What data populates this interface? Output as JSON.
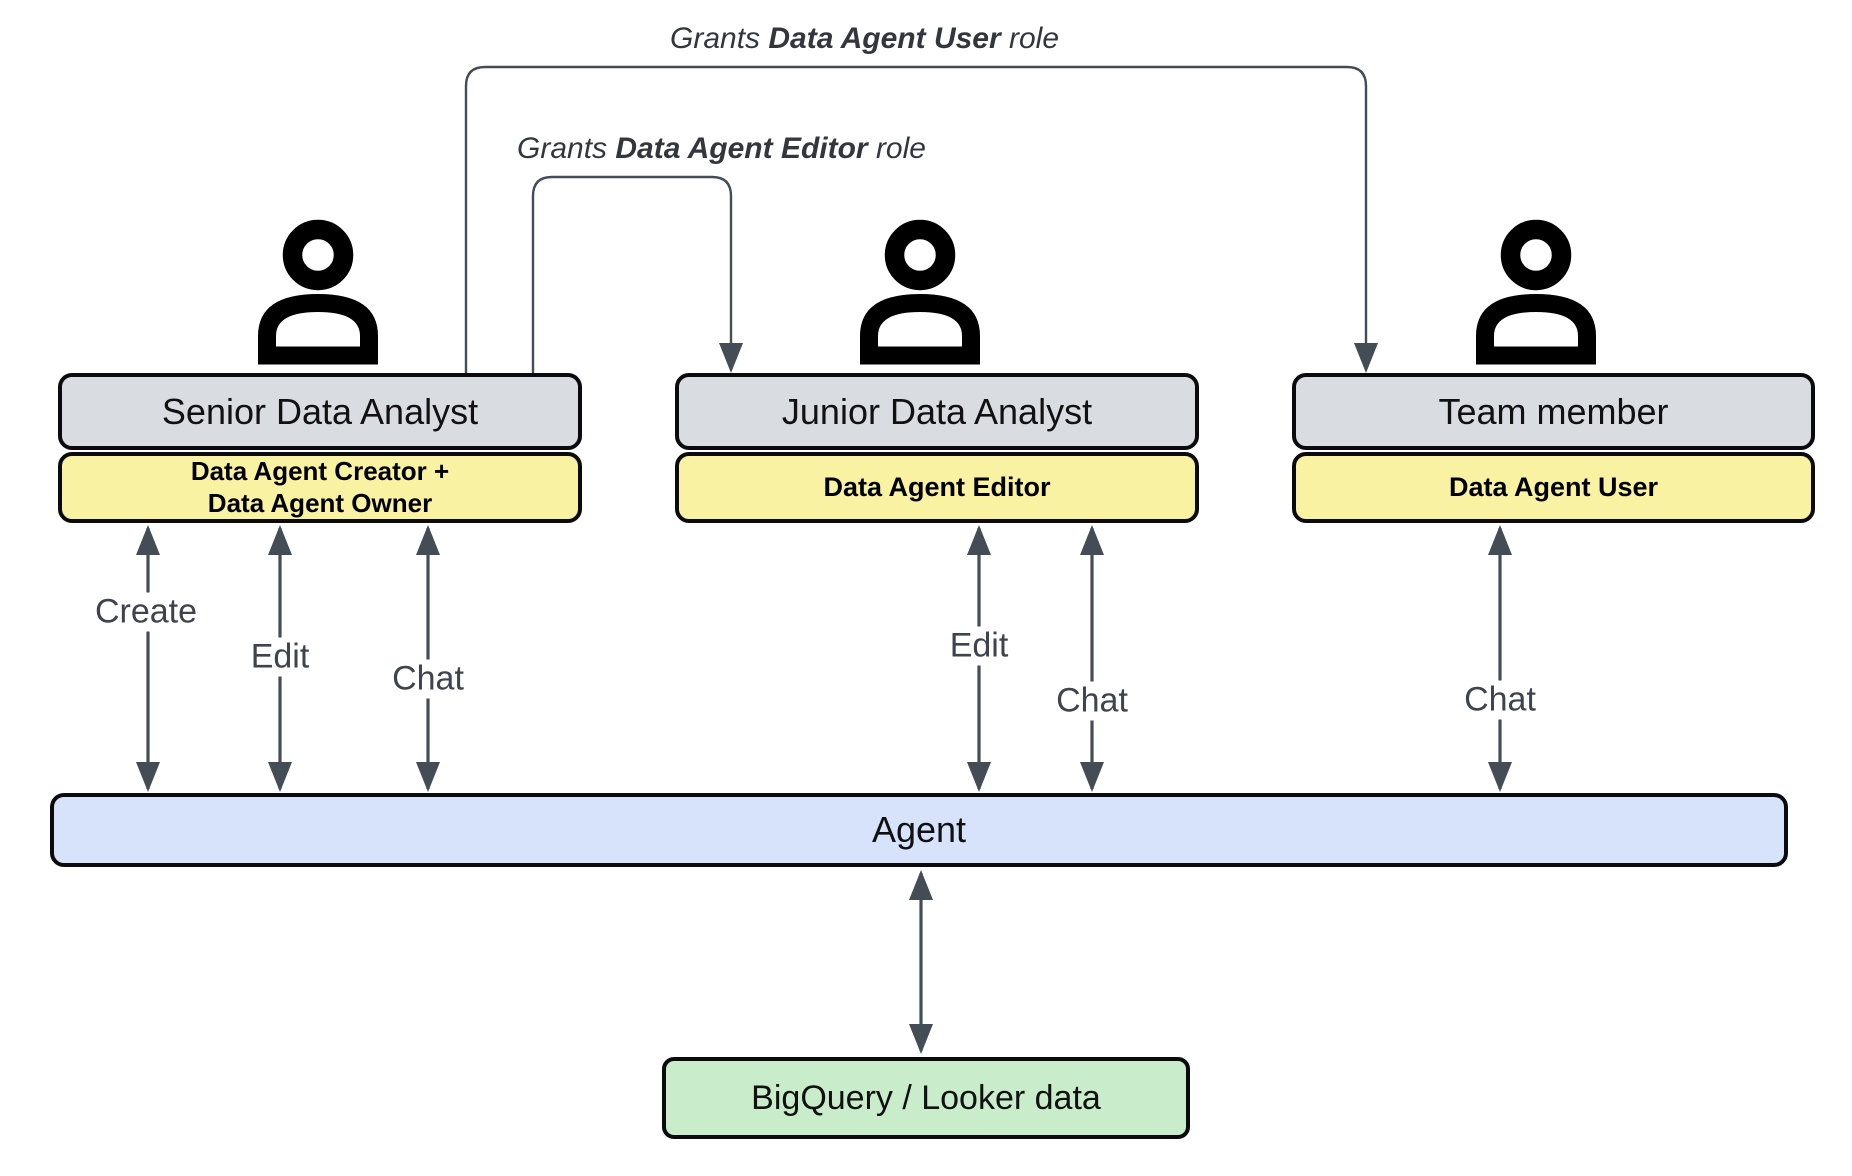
{
  "annotations": {
    "grant_user": {
      "prefix": "Grants ",
      "bold": "Data Agent User",
      "suffix": " role"
    },
    "grant_editor": {
      "prefix": "Grants ",
      "bold": "Data Agent Editor",
      "suffix": " role"
    }
  },
  "actors": [
    {
      "title": "Senior Data Analyst",
      "role_line1": "Data Agent Creator +",
      "role_line2": "Data Agent Owner",
      "actions": [
        "Create",
        "Edit",
        "Chat"
      ]
    },
    {
      "title": "Junior Data Analyst",
      "role_line1": "Data Agent Editor",
      "role_line2": "",
      "actions": [
        "Edit",
        "Chat"
      ]
    },
    {
      "title": "Team member",
      "role_line1": "Data Agent User",
      "role_line2": "",
      "actions": [
        "Chat"
      ]
    }
  ],
  "agent": {
    "label": "Agent"
  },
  "datasource": {
    "label": "BigQuery / Looker data"
  },
  "colors": {
    "actor_title_bg": "#d9dce1",
    "role_bg": "#f9f2a2",
    "agent_bg": "#d7e3fa",
    "datasource_bg": "#c9ecca",
    "border": "#0b0b0d",
    "connector": "#444c56",
    "label_text": "#3e444b"
  }
}
